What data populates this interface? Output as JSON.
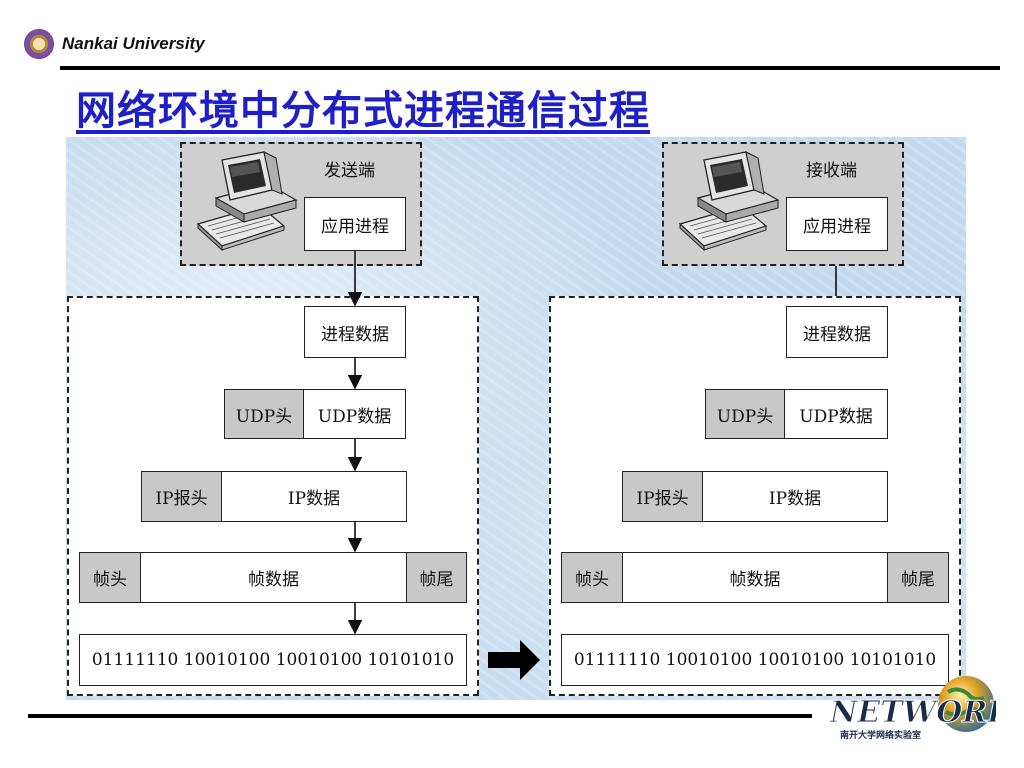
{
  "header": {
    "brand": "Nankai University"
  },
  "title": "网络环境中分布式进程通信过程",
  "sender": {
    "host_label": "发送端",
    "app": "应用进程",
    "process_data": "进程数据",
    "udp_header": "UDP头",
    "udp_data": "UDP数据",
    "ip_header": "IP报头",
    "ip_data": "IP数据",
    "frame_header": "帧头",
    "frame_data": "帧数据",
    "frame_trailer": "帧尾",
    "bits": "01111110 10010100 10010100 10101010"
  },
  "receiver": {
    "host_label": "接收端",
    "app": "应用进程",
    "process_data": "进程数据",
    "udp_header": "UDP头",
    "udp_data": "UDP数据",
    "ip_header": "IP报头",
    "ip_data": "IP数据",
    "frame_header": "帧头",
    "frame_data": "帧数据",
    "frame_trailer": "帧尾",
    "bits": "01111110 10010100 10010100 10101010"
  },
  "footer_logo": {
    "word": "NETWORK",
    "caption": "南开大学网络实验室"
  },
  "colors": {
    "title": "#1f1fc8",
    "background": "#c3d9ee",
    "header_box": "#c8c8c8"
  }
}
